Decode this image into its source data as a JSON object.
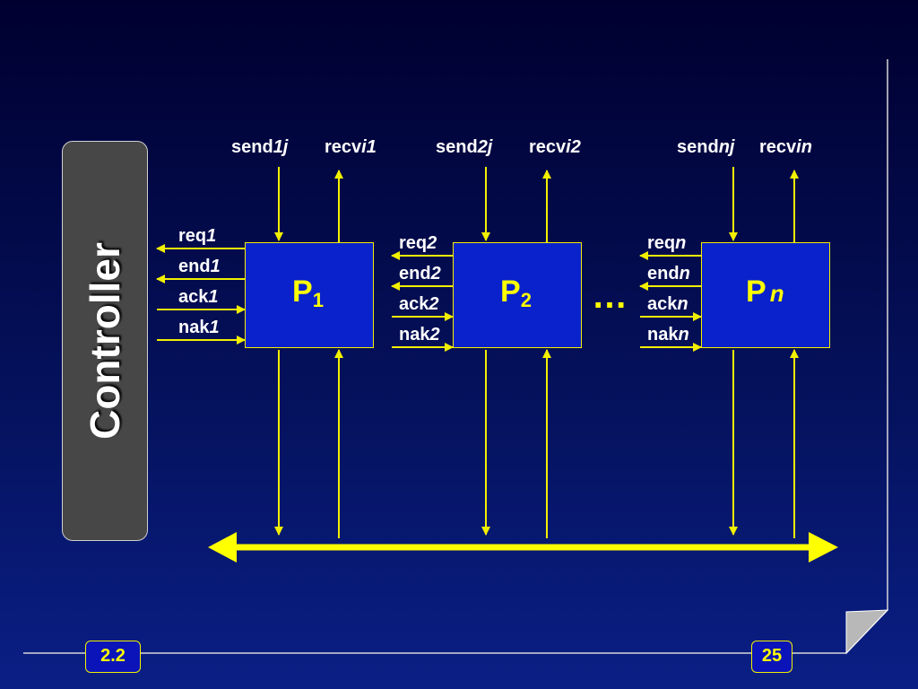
{
  "controller": {
    "label": "Controller"
  },
  "processors": [
    {
      "base": "P",
      "index": "1",
      "index_style": "sub",
      "send": {
        "prefix": "send",
        "suffix": "1j"
      },
      "recv": {
        "prefix": "recv",
        "suffix": "i1"
      },
      "signals": [
        {
          "prefix": "req",
          "suffix": "1",
          "dir": "out"
        },
        {
          "prefix": "end",
          "suffix": "1",
          "dir": "out"
        },
        {
          "prefix": "ack",
          "suffix": "1",
          "dir": "in"
        },
        {
          "prefix": "nak",
          "suffix": "1",
          "dir": "in"
        }
      ]
    },
    {
      "base": "P",
      "index": "2",
      "index_style": "sub",
      "send": {
        "prefix": "send",
        "suffix": "2j"
      },
      "recv": {
        "prefix": "recv",
        "suffix": "i2"
      },
      "signals": [
        {
          "prefix": "req",
          "suffix": "2",
          "dir": "out"
        },
        {
          "prefix": "end",
          "suffix": "2",
          "dir": "out"
        },
        {
          "prefix": "ack",
          "suffix": "2",
          "dir": "in"
        },
        {
          "prefix": "nak",
          "suffix": "2",
          "dir": "in"
        }
      ]
    },
    {
      "base": "P",
      "index": "n",
      "index_style": "italic",
      "send": {
        "prefix": "send",
        "suffix": "nj"
      },
      "recv": {
        "prefix": "recv",
        "suffix": "in"
      },
      "signals": [
        {
          "prefix": "req",
          "suffix": "n",
          "dir": "out"
        },
        {
          "prefix": "end",
          "suffix": "n",
          "dir": "out"
        },
        {
          "prefix": "ack",
          "suffix": "n",
          "dir": "in"
        },
        {
          "prefix": "nak",
          "suffix": "n",
          "dir": "in"
        }
      ]
    }
  ],
  "ellipsis": "…",
  "footer": {
    "section": "2.2",
    "page": "25"
  },
  "colors": {
    "line": "#f2f000",
    "box_fill": "#0a22cc",
    "box_text": "#ffff00",
    "controller_fill": "#474747"
  }
}
